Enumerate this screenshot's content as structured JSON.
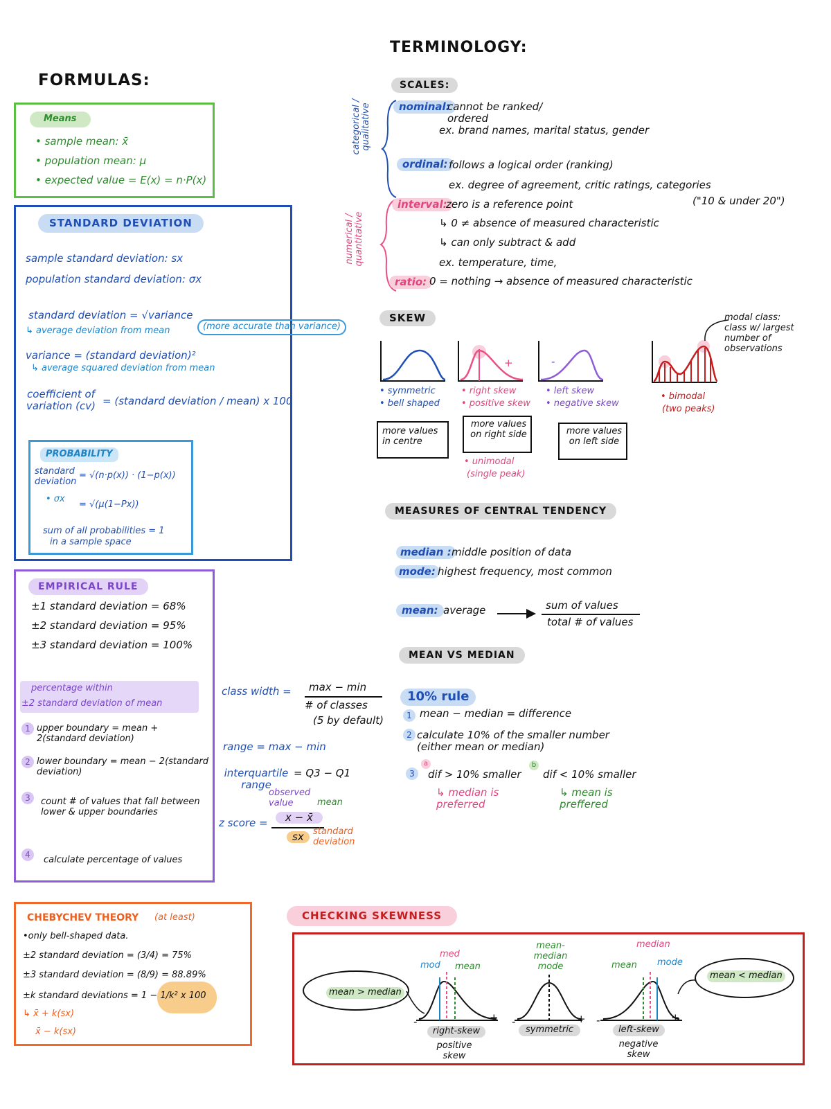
{
  "colors": {
    "green": "#5bbf45",
    "blue": "#1f4fb5",
    "lightblue": "#3a9ad9",
    "purple": "#8e5cd6",
    "orange": "#ef6a2a",
    "red": "#c41e1e",
    "pink": "#ea4f86"
  },
  "formulas": {
    "title": "FORMULAS:",
    "means": {
      "heading": "Means",
      "items": [
        "• sample mean: x̄",
        "• population mean: μ",
        "• expected value = E(x) = n·P(x)"
      ]
    },
    "stdev": {
      "heading": "STANDARD DEVIATION",
      "sample": "sample standard deviation: sx",
      "population": "population standard deviation: σx",
      "sd_formula": "standard deviation = √variance",
      "sd_note": "↳ average deviation from mean",
      "sd_note2": "(more accurate than variance)",
      "variance_formula": "variance = (standard deviation)²",
      "variance_note": "↳ average squared deviation from mean",
      "cv_label": "coefficient of variation (cv)",
      "cv_formula": "= (standard deviation / mean) x 100"
    },
    "probability": {
      "heading": "PROBABILITY",
      "sd_label": "standard deviation",
      "sd_formula": "= √(n·p(x)) · (1−p(x))",
      "sigma_label": "• σx",
      "sigma_formula": "= √(μ(1−Px))",
      "sum_rule": "sum of all probabilities = 1",
      "sum_rule2": "in a sample space"
    },
    "empirical": {
      "heading": "EMPIRICAL RULE",
      "rules": [
        "±1 standard deviation = 68%",
        "±2 standard deviation = 95%",
        "±3 standard deviation = 100%"
      ],
      "pct_heading": "percentage within",
      "pct_heading2": "±2 standard deviation of mean",
      "step1": "upper boundary = mean + 2(standard deviation)",
      "step2": "lower boundary = mean − 2(standard deviation)",
      "step3": "count # of values that fall between lower & upper boundaries",
      "step4": "calculate percentage of values",
      "nums": [
        "1",
        "2",
        "3",
        "4"
      ]
    },
    "chebyshev": {
      "heading": "CHEBYCHEV THEORY",
      "heading_note": "(at least)",
      "items": [
        "•only bell-shaped data.",
        "±2 standard deviation = (3/4) = 75%",
        "±3 standard deviation = (8/9) = 88.89%",
        "±k standard deviations = 1 − 1/k² x 100"
      ],
      "extra1": "↳ x̄ + k(sx)",
      "extra2": "x̄ − k(sx)"
    },
    "class_width": {
      "label": "class width =",
      "num": "max − min",
      "den": "# of classes",
      "note": "(5 by default)"
    },
    "range": {
      "label": "range = max − min"
    },
    "iqr": {
      "label": "interquartile range",
      "formula": "= Q3 − Q1"
    },
    "zscore": {
      "label": "z score =",
      "num": "x − x̄",
      "den": "sx",
      "observed": "observed value",
      "mean": "mean",
      "sd": "standard deviation"
    }
  },
  "terminology": {
    "title": "TERMINOLOGY:",
    "scales": {
      "heading": "SCALES:",
      "categorical": "categorical / qualitative",
      "numerical": "numerical / quantitative",
      "nominal": "nominal:",
      "nominal_def": "cannot be ranked/ ordered",
      "nominal_ex": "ex. brand names, marital status, gender",
      "ordinal": "ordinal:",
      "ordinal_def": "follows a logical order (ranking)",
      "ordinal_ex": "ex. degree of agreement, critic ratings, categories",
      "ordinal_ex2": "(\"10 & under 20\")",
      "interval": "interval:",
      "interval_def": "zero is a reference point",
      "interval_1": "↳ 0 ≠ absence of measured characteristic",
      "interval_2": "↳ can only subtract & add",
      "interval_ex": "ex. temperature, time,",
      "ratio": "ratio:",
      "ratio_def": "0 = nothing → absence of measured characteristic"
    },
    "skew": {
      "heading": "SKEW",
      "sym": [
        "• symmetric",
        "• bell shaped"
      ],
      "sym_box": "more values in centre",
      "right": [
        "• right skew",
        "• positive skew"
      ],
      "right_box": "more values on right side",
      "right_extra": [
        "• unimodal",
        "(single peak)"
      ],
      "left": [
        "• left skew",
        "• negative skew"
      ],
      "left_box": "more values on left side",
      "bimodal": [
        "• bimodal",
        "(two peaks)"
      ],
      "modal": "modal class: class w/ largest number of observations",
      "plus": "+",
      "minus": "-"
    },
    "central": {
      "heading": "MEASURES OF CENTRAL TENDENCY",
      "median": "median :",
      "median_def": "middle position of data",
      "mode": "mode:",
      "mode_def": "highest frequency, most common",
      "mean": "mean:",
      "mean_def": "average",
      "mean_num": "sum of values",
      "mean_den": "total # of values"
    },
    "mvm": {
      "heading": "MEAN VS MEDIAN",
      "rule": "10% rule",
      "s1": "mean − median = difference",
      "s2": "calculate 10% of the smaller number (either mean or median)",
      "s3a": "dif > 10% smaller",
      "s3a_res": "↳ median is preferred",
      "s3b": "dif < 10% smaller",
      "s3b_res": "↳ mean is preffered",
      "nums": [
        "1",
        "2",
        "3",
        "a",
        "b"
      ]
    },
    "checking": {
      "heading": "CHECKING SKEWNESS",
      "left_bubble": "mean > median",
      "right_bubble": "mean < median",
      "c1": {
        "mod": "mod",
        "med": "med",
        "mean": "mean",
        "label": "right-skew",
        "sub": "positive skew"
      },
      "c2": {
        "top": "mean- median mode",
        "label": "symmetric"
      },
      "c3": {
        "median": "median",
        "mean": "mean",
        "mode": "mode",
        "label": "left-skew",
        "sub": "negative skew"
      },
      "plus": "+",
      "minus": "-"
    }
  }
}
